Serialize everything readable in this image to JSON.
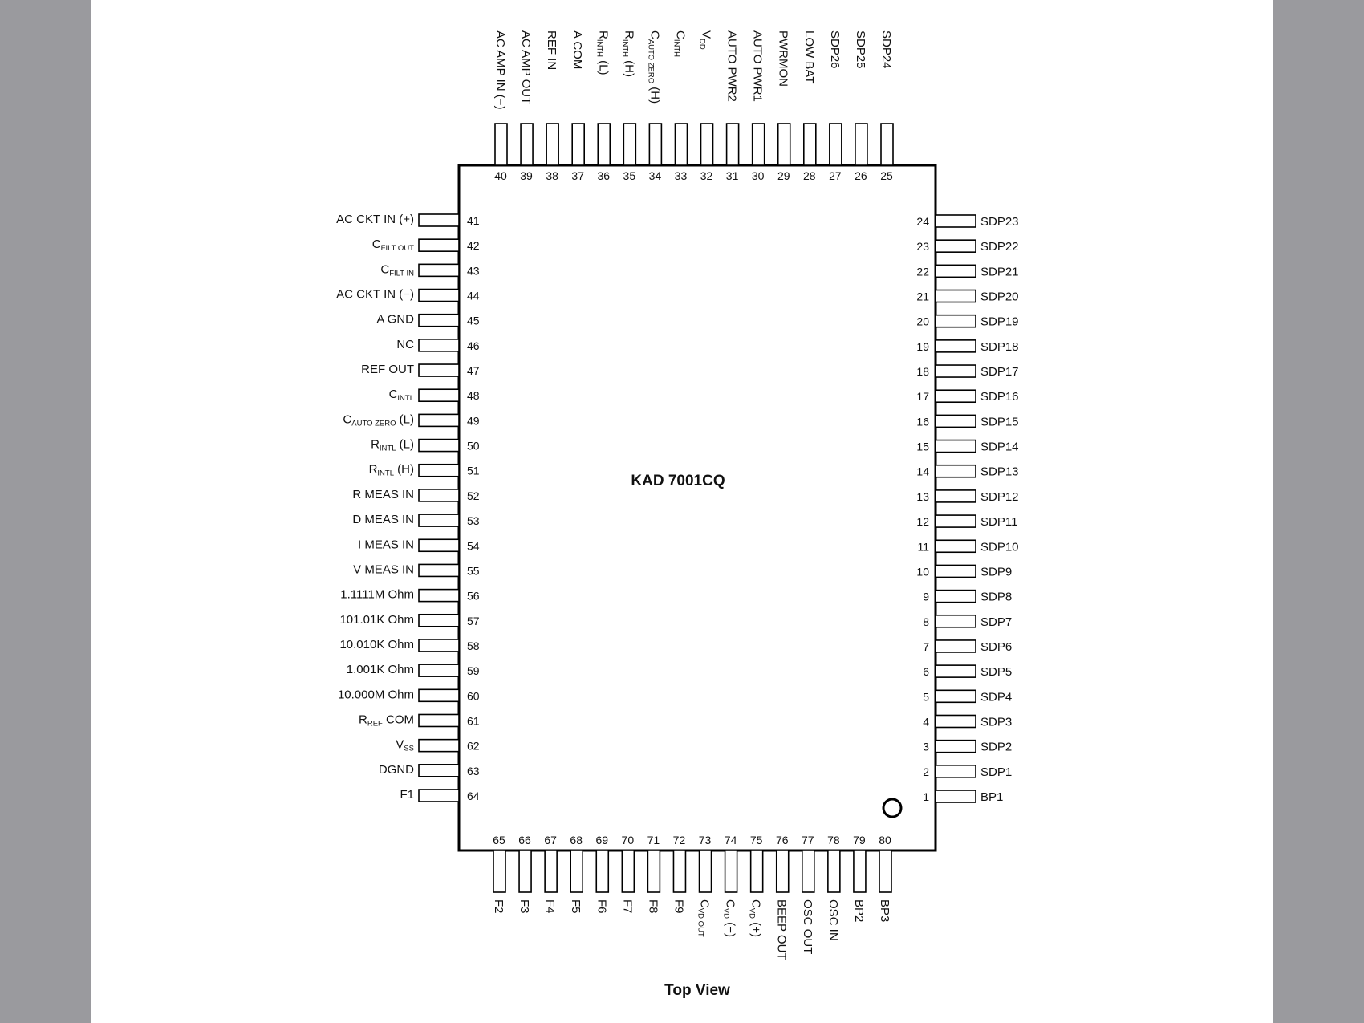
{
  "chip": {
    "name": "KAD 7001CQ",
    "view_caption": "Top View"
  },
  "pins": {
    "right": [
      {
        "num": "24",
        "label": "SDP23"
      },
      {
        "num": "23",
        "label": "SDP22"
      },
      {
        "num": "22",
        "label": "SDP21"
      },
      {
        "num": "21",
        "label": "SDP20"
      },
      {
        "num": "20",
        "label": "SDP19"
      },
      {
        "num": "19",
        "label": "SDP18"
      },
      {
        "num": "18",
        "label": "SDP17"
      },
      {
        "num": "17",
        "label": "SDP16"
      },
      {
        "num": "16",
        "label": "SDP15"
      },
      {
        "num": "15",
        "label": "SDP14"
      },
      {
        "num": "14",
        "label": "SDP13"
      },
      {
        "num": "13",
        "label": "SDP12"
      },
      {
        "num": "12",
        "label": "SDP11"
      },
      {
        "num": "11",
        "label": "SDP10"
      },
      {
        "num": "10",
        "label": "SDP9"
      },
      {
        "num": "9",
        "label": "SDP8"
      },
      {
        "num": "8",
        "label": "SDP7"
      },
      {
        "num": "7",
        "label": "SDP6"
      },
      {
        "num": "6",
        "label": "SDP5"
      },
      {
        "num": "5",
        "label": "SDP4"
      },
      {
        "num": "4",
        "label": "SDP3"
      },
      {
        "num": "3",
        "label": "SDP2"
      },
      {
        "num": "2",
        "label": "SDP1"
      },
      {
        "num": "1",
        "label": "BP1"
      }
    ],
    "left": [
      {
        "num": "41",
        "label": "AC CKT IN (+)"
      },
      {
        "num": "42",
        "label": "C",
        "sub": "FILT OUT"
      },
      {
        "num": "43",
        "label": "C",
        "sub": "FILT IN"
      },
      {
        "num": "44",
        "label": "AC CKT IN (−)"
      },
      {
        "num": "45",
        "label": "A GND"
      },
      {
        "num": "46",
        "label": "NC"
      },
      {
        "num": "47",
        "label": "REF OUT"
      },
      {
        "num": "48",
        "label": "C",
        "sub": "INTL"
      },
      {
        "num": "49",
        "label": "C",
        "sub": "AUTO ZERO",
        "suffix": " (L)"
      },
      {
        "num": "50",
        "label": "R",
        "sub": "INTL",
        "suffix": " (L)"
      },
      {
        "num": "51",
        "label": "R",
        "sub": "INTL",
        "suffix": " (H)"
      },
      {
        "num": "52",
        "label": "R MEAS IN"
      },
      {
        "num": "53",
        "label": "D MEAS IN"
      },
      {
        "num": "54",
        "label": "I MEAS IN"
      },
      {
        "num": "55",
        "label": "V MEAS IN"
      },
      {
        "num": "56",
        "label": "1.1111M Ohm"
      },
      {
        "num": "57",
        "label": "101.01K Ohm"
      },
      {
        "num": "58",
        "label": "10.010K Ohm"
      },
      {
        "num": "59",
        "label": "1.001K Ohm"
      },
      {
        "num": "60",
        "label": "10.000M Ohm"
      },
      {
        "num": "61",
        "label": "R",
        "sub": "REF",
        "suffix": " COM"
      },
      {
        "num": "62",
        "label": "V",
        "sub": "SS"
      },
      {
        "num": "63",
        "label": "DGND"
      },
      {
        "num": "64",
        "label": "F1"
      }
    ],
    "top": [
      {
        "num": "40",
        "label": "AC AMP IN (−)"
      },
      {
        "num": "39",
        "label": "AC AMP OUT"
      },
      {
        "num": "38",
        "label": "REF IN"
      },
      {
        "num": "37",
        "label": "A COM"
      },
      {
        "num": "36",
        "label": "R",
        "sub": "INTH",
        "suffix": " (L)"
      },
      {
        "num": "35",
        "label": "R",
        "sub": "INTH",
        "suffix": " (H)"
      },
      {
        "num": "34",
        "label": "C",
        "sub": "AUTO ZERO",
        "suffix": " (H)"
      },
      {
        "num": "33",
        "label": "C",
        "sub": "INTH"
      },
      {
        "num": "32",
        "label": "V",
        "sub": "DD"
      },
      {
        "num": "31",
        "label": "AUTO PWR2"
      },
      {
        "num": "30",
        "label": "AUTO PWR1"
      },
      {
        "num": "29",
        "label": "PWRMON"
      },
      {
        "num": "28",
        "label": "LOW BAT"
      },
      {
        "num": "27",
        "label": "SDP26"
      },
      {
        "num": "26",
        "label": "SDP25"
      },
      {
        "num": "25",
        "label": "SDP24"
      }
    ],
    "bottom": [
      {
        "num": "65",
        "label": "F2"
      },
      {
        "num": "66",
        "label": "F3"
      },
      {
        "num": "67",
        "label": "F4"
      },
      {
        "num": "68",
        "label": "F5"
      },
      {
        "num": "69",
        "label": "F6"
      },
      {
        "num": "70",
        "label": "F7"
      },
      {
        "num": "71",
        "label": "F8"
      },
      {
        "num": "72",
        "label": "F9"
      },
      {
        "num": "73",
        "label": "C",
        "sub": "VD OUT"
      },
      {
        "num": "74",
        "label": "C",
        "sub": "VD",
        "suffix": " (−)"
      },
      {
        "num": "75",
        "label": "C",
        "sub": "VD",
        "suffix": " (+)"
      },
      {
        "num": "76",
        "label": "BEEP OUT"
      },
      {
        "num": "77",
        "label": "OSC OUT"
      },
      {
        "num": "78",
        "label": "OSC IN"
      },
      {
        "num": "79",
        "label": "BP2"
      },
      {
        "num": "80",
        "label": "BP3"
      }
    ]
  }
}
